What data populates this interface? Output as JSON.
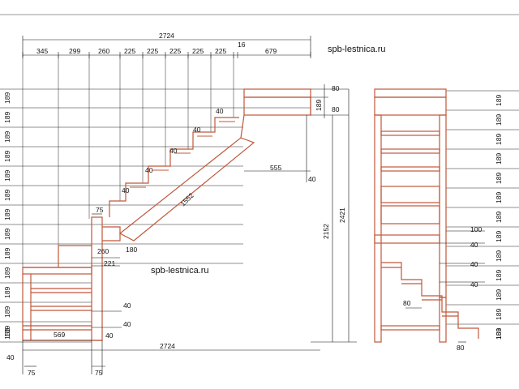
{
  "watermarks": {
    "top": "spb-lestnica.ru",
    "middle": "spb-lestnica.ru"
  },
  "colors": {
    "wood": "#c0583a",
    "line": "#111111",
    "background": "#ffffff"
  },
  "overall": {
    "width": "2724",
    "width_bottom": "2724",
    "height_total": "2421",
    "height_lower": "2152"
  },
  "top_dims": [
    "345",
    "299",
    "260",
    "225",
    "225",
    "225",
    "225",
    "225",
    "16",
    "679"
  ],
  "riser_labels": [
    "189",
    "189",
    "189",
    "189",
    "189",
    "189",
    "189",
    "189",
    "189",
    "189",
    "189",
    "189",
    "189",
    "153"
  ],
  "right_riser_labels": [
    "189",
    "189",
    "189",
    "189",
    "189",
    "189",
    "189",
    "189",
    "189",
    "189",
    "189",
    "189",
    "189",
    "153"
  ],
  "front": {
    "landing_thickness_top": "80",
    "landing_thickness_mid": "80",
    "landing_rise": "189",
    "tread_gap": "40",
    "stringer_length": "1552",
    "landing_offset": "555",
    "offset_right": "40",
    "post_size": "75",
    "post_setback": "260",
    "winder_width": "221",
    "stringer_depth": "180",
    "bottom_run": "569",
    "post_bottom_left": "75",
    "post_bottom_right": "75",
    "bottom_gap_left": "40",
    "bottom_gap_right": "40",
    "small_gap_mid1": "40",
    "small_gap_mid2": "40"
  },
  "side": {
    "landing_width": "100",
    "gaps": [
      "40",
      "40",
      "40"
    ],
    "stringer_width": "80",
    "bottom_width": "80"
  }
}
